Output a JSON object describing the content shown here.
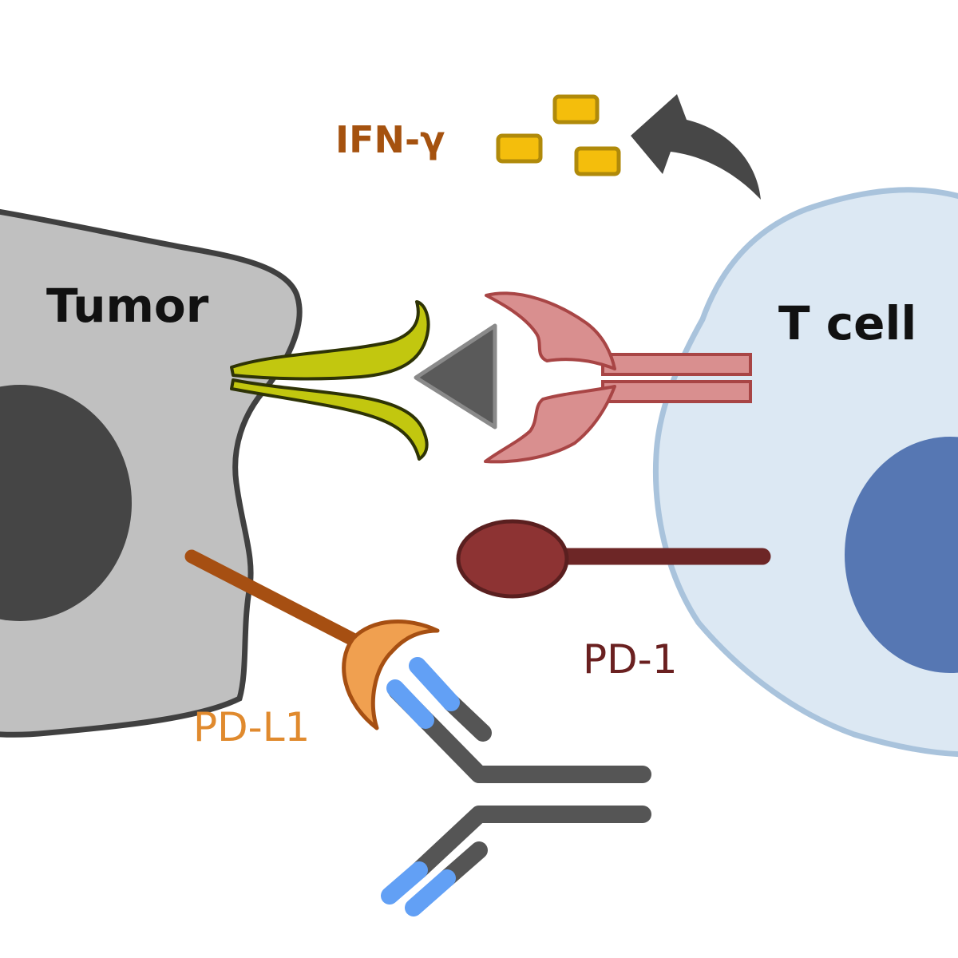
{
  "labels": {
    "ifn_gamma": "IFN-γ",
    "tumor": "Tumor",
    "t_cell": "T cell",
    "pd1": "PD-1",
    "pdl1": "PD-L1"
  },
  "colors": {
    "tumor_fill": "#c0c0c0",
    "tumor_outline": "#404040",
    "tumor_nucleus": "#454545",
    "tcell_fill": "#dce8f3",
    "tcell_outline": "#a9c3dc",
    "tcell_nucleus": "#5677b3",
    "mhc_fill": "#c2c70f",
    "tcr_fill": "#d98f8f",
    "tcr_outline": "#a84545",
    "antigen_fill": "#5a5a5a",
    "pd1_fill": "#8d3333",
    "pd1_stem": "#6d2626",
    "pdl1_stem": "#a64f12",
    "pdl1_head": "#f0a050",
    "antibody_gray": "#555555",
    "antibody_blue": "#62a0f5",
    "ifn_fill": "#f4be0c",
    "ifn_outline": "#b08a0a",
    "arrow_fill": "#474747",
    "ifn_label": "#a5520f",
    "pd1_label": "#6a2020",
    "pdl1_label": "#e08a2e"
  }
}
